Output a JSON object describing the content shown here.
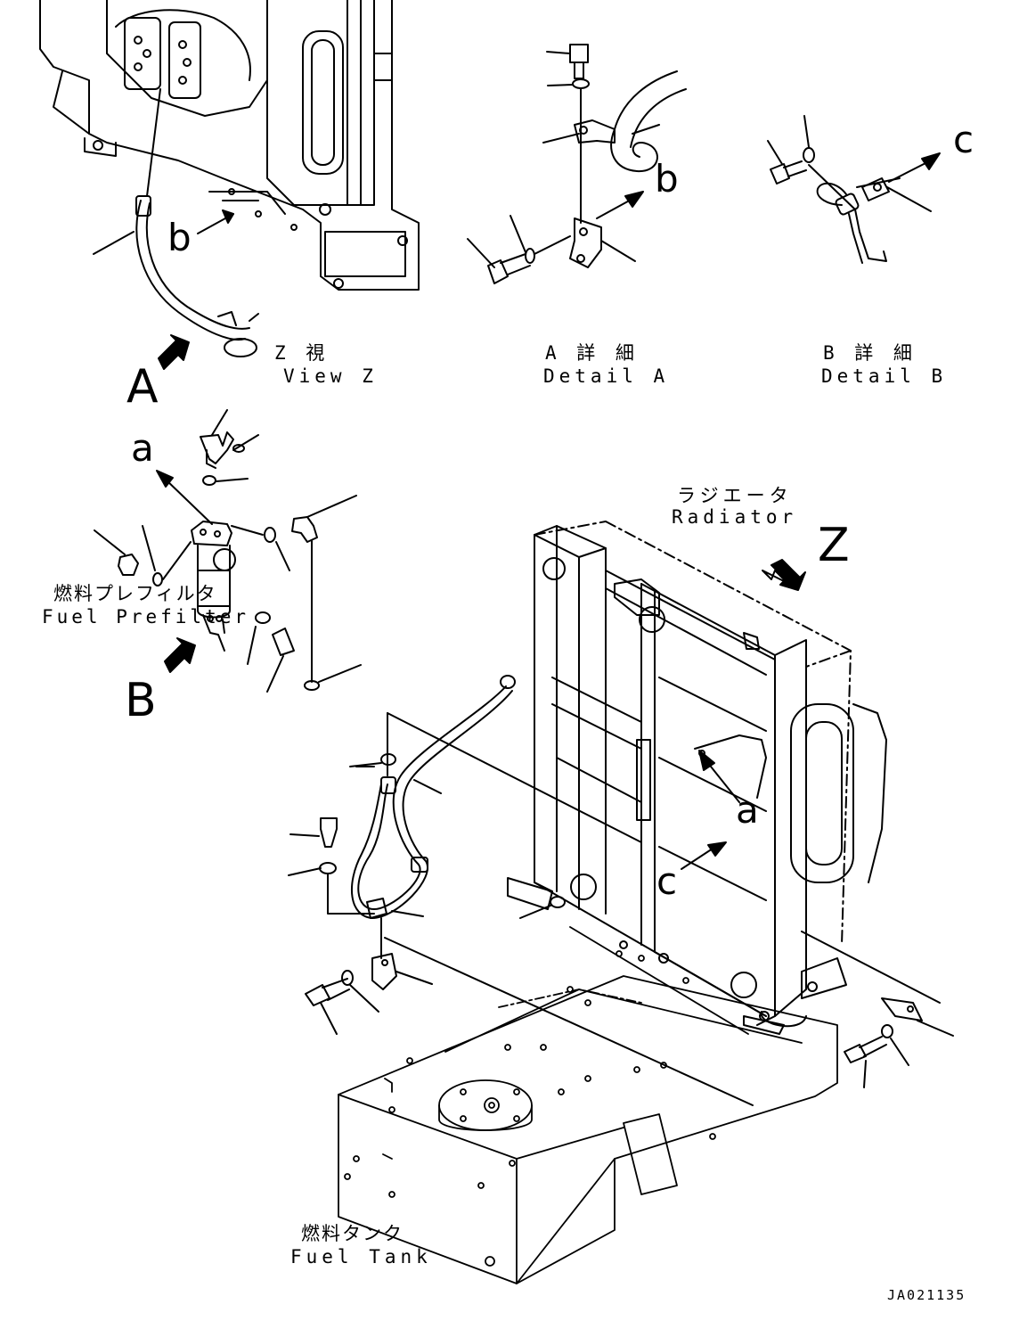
{
  "views": {
    "view_z": {
      "jp": "Z 視",
      "en": "View Z"
    },
    "detail_a": {
      "jp": "A 詳 細",
      "en": "Detail A"
    },
    "detail_b": {
      "jp": "B 詳 細",
      "en": "Detail B"
    }
  },
  "components": {
    "radiator": {
      "jp": "ラジエータ",
      "en": "Radiator"
    },
    "fuel_prefilter": {
      "jp": "燃料プレフィルタ",
      "en": "Fuel Prefilter"
    },
    "fuel_tank": {
      "jp": "燃料タンク",
      "en": "Fuel Tank"
    }
  },
  "view_markers": {
    "A": "A",
    "B": "B",
    "Z": "Z"
  },
  "connection_letters": {
    "a": "a",
    "b": "b",
    "c": "c"
  },
  "drawing_id": "JA021135",
  "colors": {
    "line": "#000000",
    "background": "#ffffff"
  }
}
